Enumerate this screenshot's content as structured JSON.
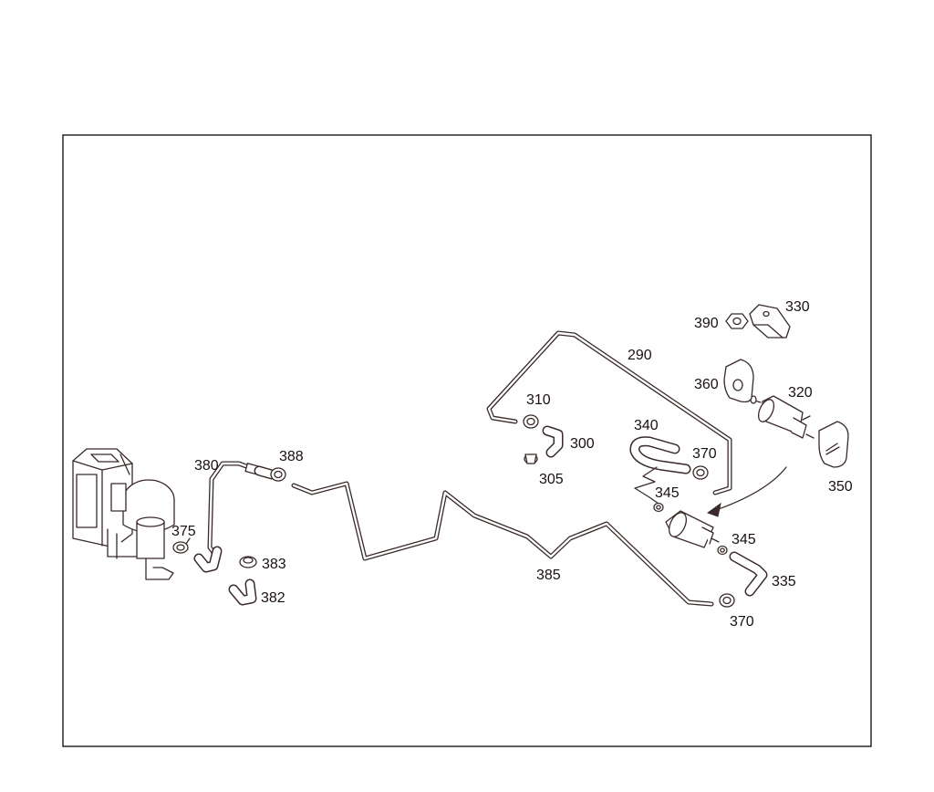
{
  "labels": {
    "p290": "290",
    "p300": "300",
    "p305": "305",
    "p310": "310",
    "p320": "320",
    "p330": "330",
    "p335": "335",
    "p340": "340",
    "p345a": "345",
    "p345b": "345",
    "p350": "350",
    "p360": "360",
    "p370a": "370",
    "p370b": "370",
    "p375": "375",
    "p380": "380",
    "p382": "382",
    "p383": "383",
    "p385": "385",
    "p388": "388",
    "p390": "390"
  }
}
